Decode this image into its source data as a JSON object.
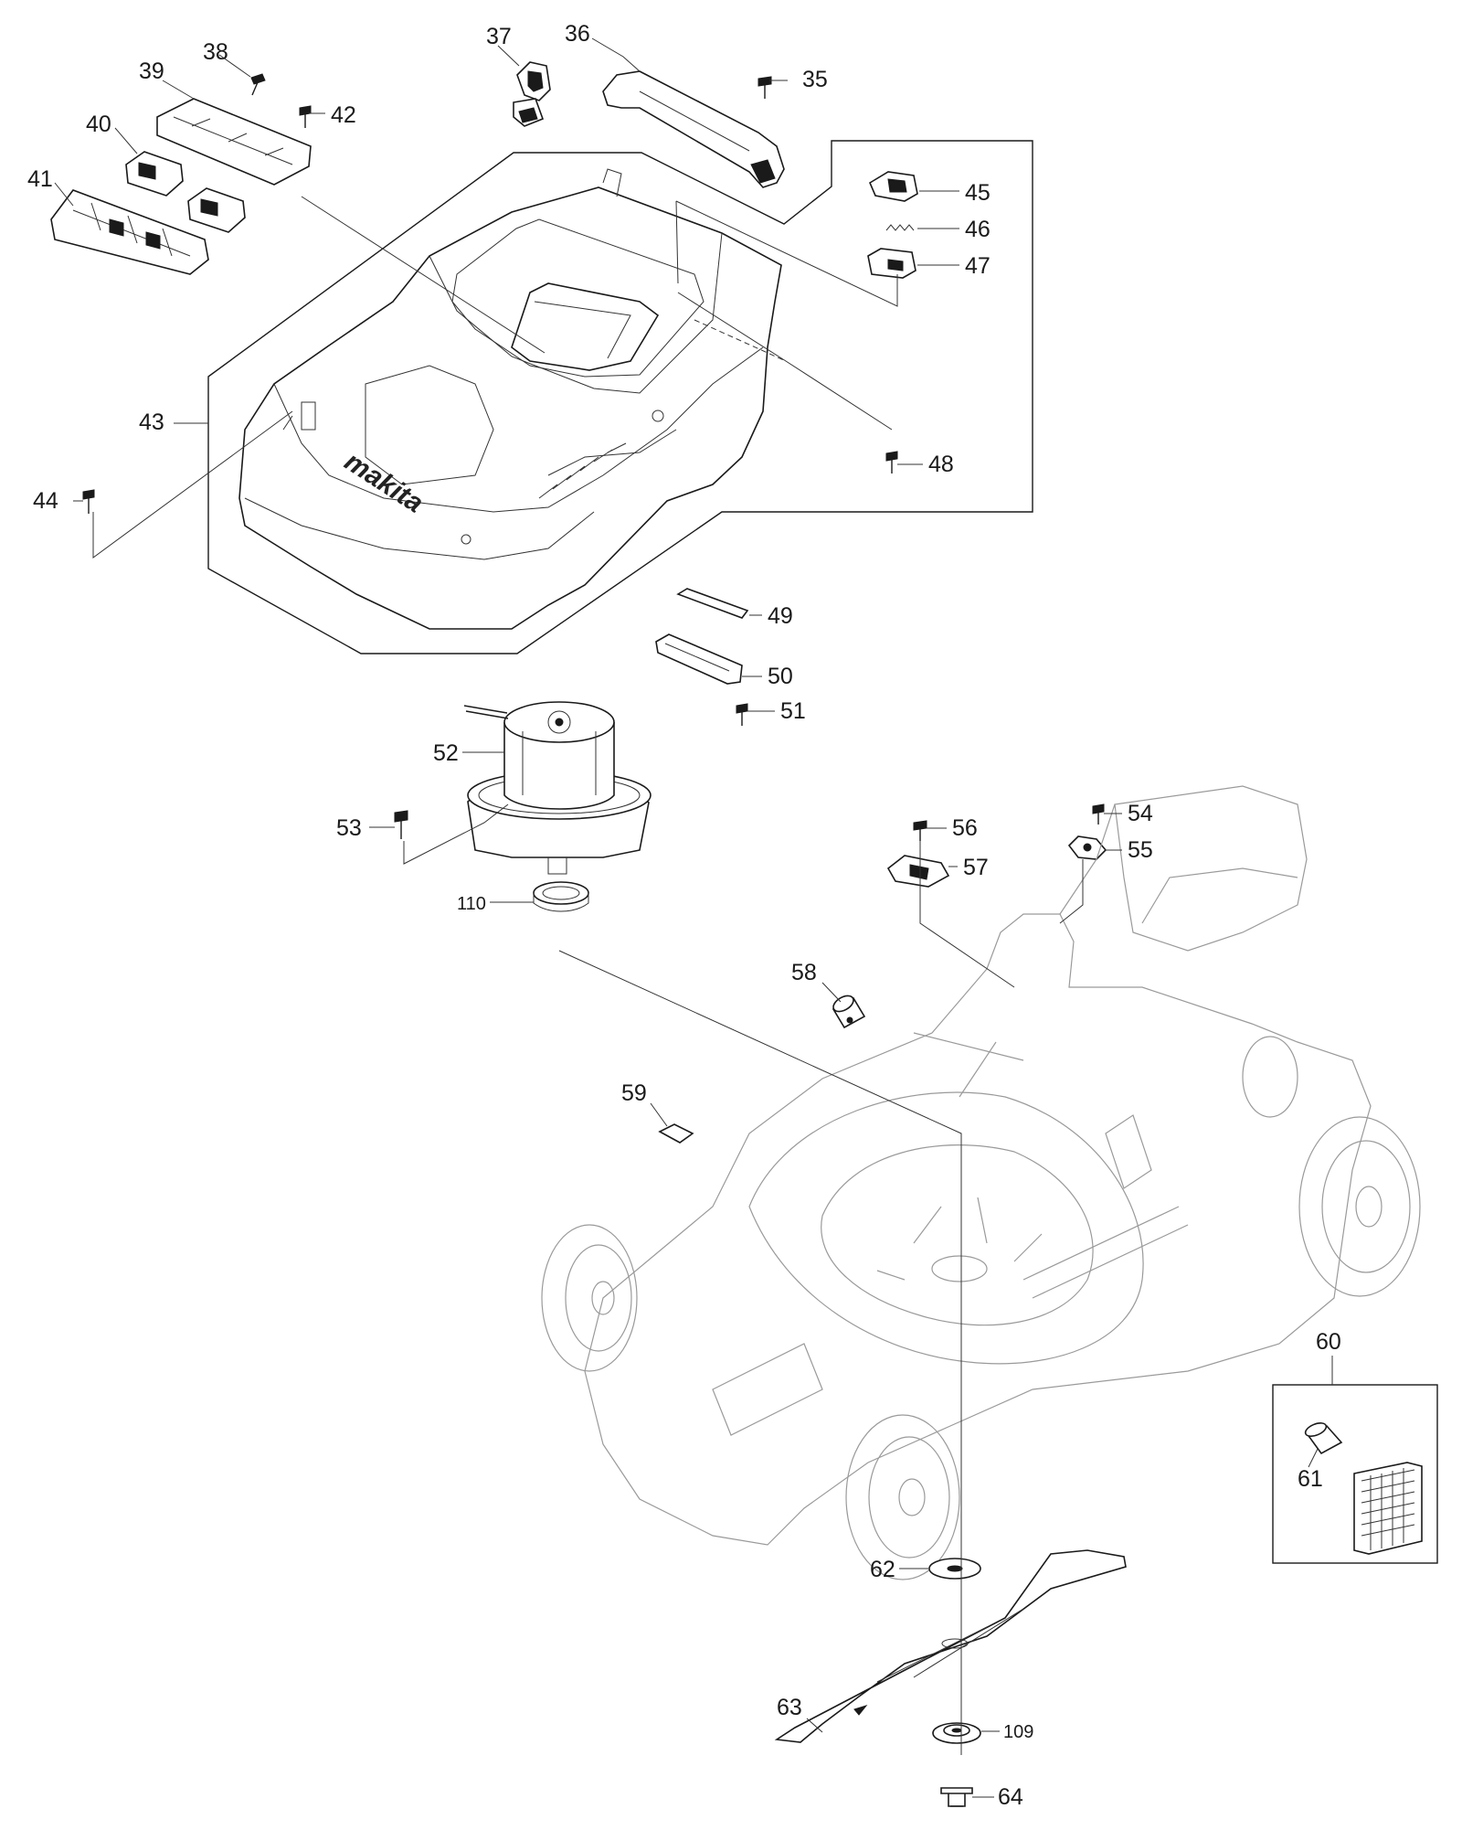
{
  "brand": "makita",
  "parts": [
    {
      "num": "35"
    },
    {
      "num": "36"
    },
    {
      "num": "37"
    },
    {
      "num": "38"
    },
    {
      "num": "39"
    },
    {
      "num": "40"
    },
    {
      "num": "41"
    },
    {
      "num": "42"
    },
    {
      "num": "43"
    },
    {
      "num": "44"
    },
    {
      "num": "45"
    },
    {
      "num": "46"
    },
    {
      "num": "47"
    },
    {
      "num": "48"
    },
    {
      "num": "49"
    },
    {
      "num": "50"
    },
    {
      "num": "51"
    },
    {
      "num": "52"
    },
    {
      "num": "53"
    },
    {
      "num": "54"
    },
    {
      "num": "55"
    },
    {
      "num": "56"
    },
    {
      "num": "57"
    },
    {
      "num": "58"
    },
    {
      "num": "59"
    },
    {
      "num": "60"
    },
    {
      "num": "61"
    },
    {
      "num": "62"
    },
    {
      "num": "63"
    },
    {
      "num": "64"
    },
    {
      "num": "109"
    },
    {
      "num": "110"
    }
  ]
}
